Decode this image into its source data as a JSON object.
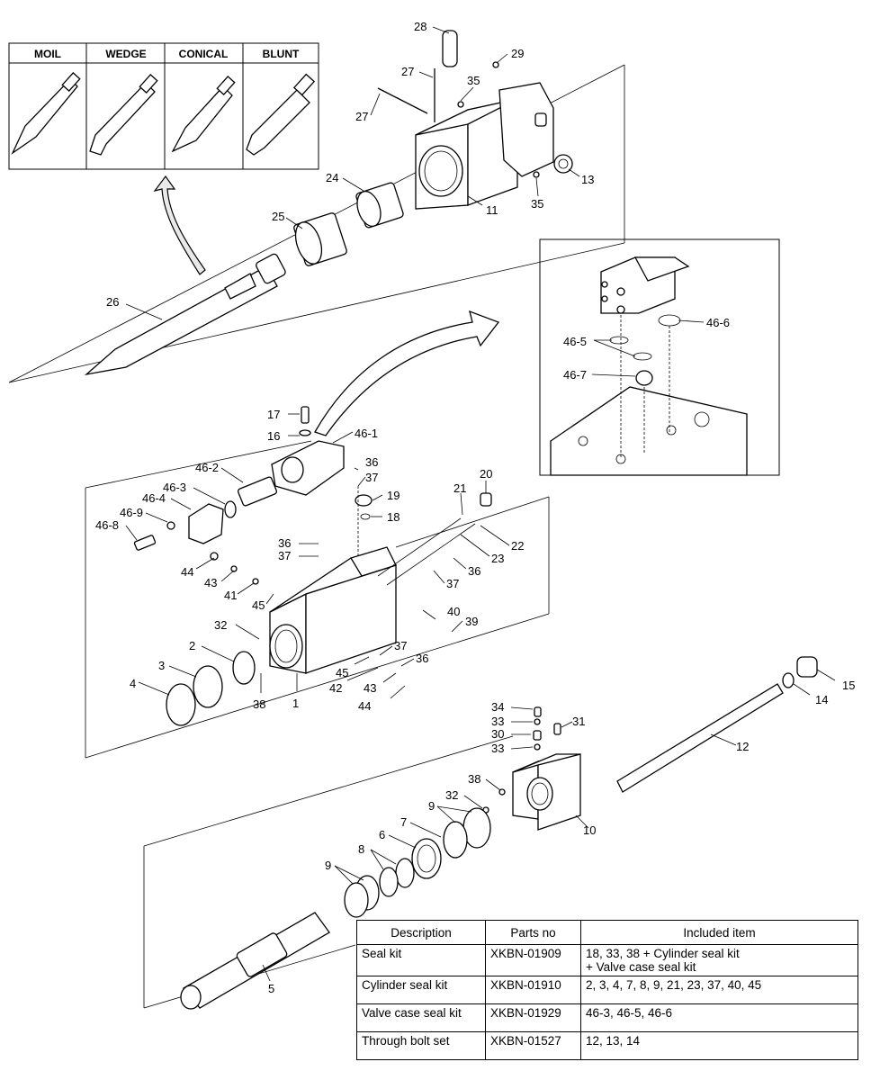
{
  "tool_tips": {
    "headers": [
      "MOIL",
      "WEDGE",
      "CONICAL",
      "BLUNT"
    ]
  },
  "callouts": [
    {
      "id": "c-28",
      "text": "28"
    },
    {
      "id": "c-29",
      "text": "29"
    },
    {
      "id": "c-27a",
      "text": "27"
    },
    {
      "id": "c-35a",
      "text": "35"
    },
    {
      "id": "c-27b",
      "text": "27"
    },
    {
      "id": "c-13",
      "text": "13"
    },
    {
      "id": "c-35b",
      "text": "35"
    },
    {
      "id": "c-11",
      "text": "11"
    },
    {
      "id": "c-24",
      "text": "24"
    },
    {
      "id": "c-25",
      "text": "25"
    },
    {
      "id": "c-26",
      "text": "26"
    },
    {
      "id": "c-46-6",
      "text": "46-6"
    },
    {
      "id": "c-46-5",
      "text": "46-5"
    },
    {
      "id": "c-46-7",
      "text": "46-7"
    },
    {
      "id": "c-17",
      "text": "17"
    },
    {
      "id": "c-16",
      "text": "16"
    },
    {
      "id": "c-46-1",
      "text": "46-1"
    },
    {
      "id": "c-46-2",
      "text": "46-2"
    },
    {
      "id": "c-46-3",
      "text": "46-3"
    },
    {
      "id": "c-46-4",
      "text": "46-4"
    },
    {
      "id": "c-46-9",
      "text": "46-9"
    },
    {
      "id": "c-46-8",
      "text": "46-8"
    },
    {
      "id": "c-36a",
      "text": "36"
    },
    {
      "id": "c-37a",
      "text": "37"
    },
    {
      "id": "c-20",
      "text": "20"
    },
    {
      "id": "c-21",
      "text": "21"
    },
    {
      "id": "c-19",
      "text": "19"
    },
    {
      "id": "c-18",
      "text": "18"
    },
    {
      "id": "c-22",
      "text": "22"
    },
    {
      "id": "c-23",
      "text": "23"
    },
    {
      "id": "c-36b",
      "text": "36"
    },
    {
      "id": "c-37b",
      "text": "37"
    },
    {
      "id": "c-36c",
      "text": "36"
    },
    {
      "id": "c-37c",
      "text": "37"
    },
    {
      "id": "c-44a",
      "text": "44"
    },
    {
      "id": "c-43a",
      "text": "43"
    },
    {
      "id": "c-41",
      "text": "41"
    },
    {
      "id": "c-45a",
      "text": "45"
    },
    {
      "id": "c-40",
      "text": "40"
    },
    {
      "id": "c-39",
      "text": "39"
    },
    {
      "id": "c-32a",
      "text": "32"
    },
    {
      "id": "c-2",
      "text": "2"
    },
    {
      "id": "c-3",
      "text": "3"
    },
    {
      "id": "c-4",
      "text": "4"
    },
    {
      "id": "c-38a",
      "text": "38"
    },
    {
      "id": "c-1",
      "text": "1"
    },
    {
      "id": "c-37d",
      "text": "37"
    },
    {
      "id": "c-36d",
      "text": "36"
    },
    {
      "id": "c-45b",
      "text": "45"
    },
    {
      "id": "c-42",
      "text": "42"
    },
    {
      "id": "c-43b",
      "text": "43"
    },
    {
      "id": "c-44b",
      "text": "44"
    },
    {
      "id": "c-15",
      "text": "15"
    },
    {
      "id": "c-14",
      "text": "14"
    },
    {
      "id": "c-34",
      "text": "34"
    },
    {
      "id": "c-33a",
      "text": "33"
    },
    {
      "id": "c-31",
      "text": "31"
    },
    {
      "id": "c-30",
      "text": "30"
    },
    {
      "id": "c-33b",
      "text": "33"
    },
    {
      "id": "c-12",
      "text": "12"
    },
    {
      "id": "c-38b",
      "text": "38"
    },
    {
      "id": "c-32b",
      "text": "32"
    },
    {
      "id": "c-9a",
      "text": "9"
    },
    {
      "id": "c-7",
      "text": "7"
    },
    {
      "id": "c-6",
      "text": "6"
    },
    {
      "id": "c-8",
      "text": "8"
    },
    {
      "id": "c-10",
      "text": "10"
    },
    {
      "id": "c-9b",
      "text": "9"
    },
    {
      "id": "c-5",
      "text": "5"
    }
  ],
  "kit_table": {
    "headers": [
      "Description",
      "Parts no",
      "Included item"
    ],
    "rows": [
      {
        "description": "Seal kit",
        "parts_no": "XKBN-01909",
        "included": "18, 33, 38 + Cylinder seal kit\n+ Valve case seal kit"
      },
      {
        "description": "Cylinder seal kit",
        "parts_no": "XKBN-01910",
        "included": "2, 3, 4, 7, 8, 9, 21, 23, 37, 40, 45"
      },
      {
        "description": "Valve case seal kit",
        "parts_no": "XKBN-01929",
        "included": "46-3, 46-5, 46-6"
      },
      {
        "description": "Through bolt set",
        "parts_no": "XKBN-01527",
        "included": "12, 13, 14"
      }
    ]
  }
}
